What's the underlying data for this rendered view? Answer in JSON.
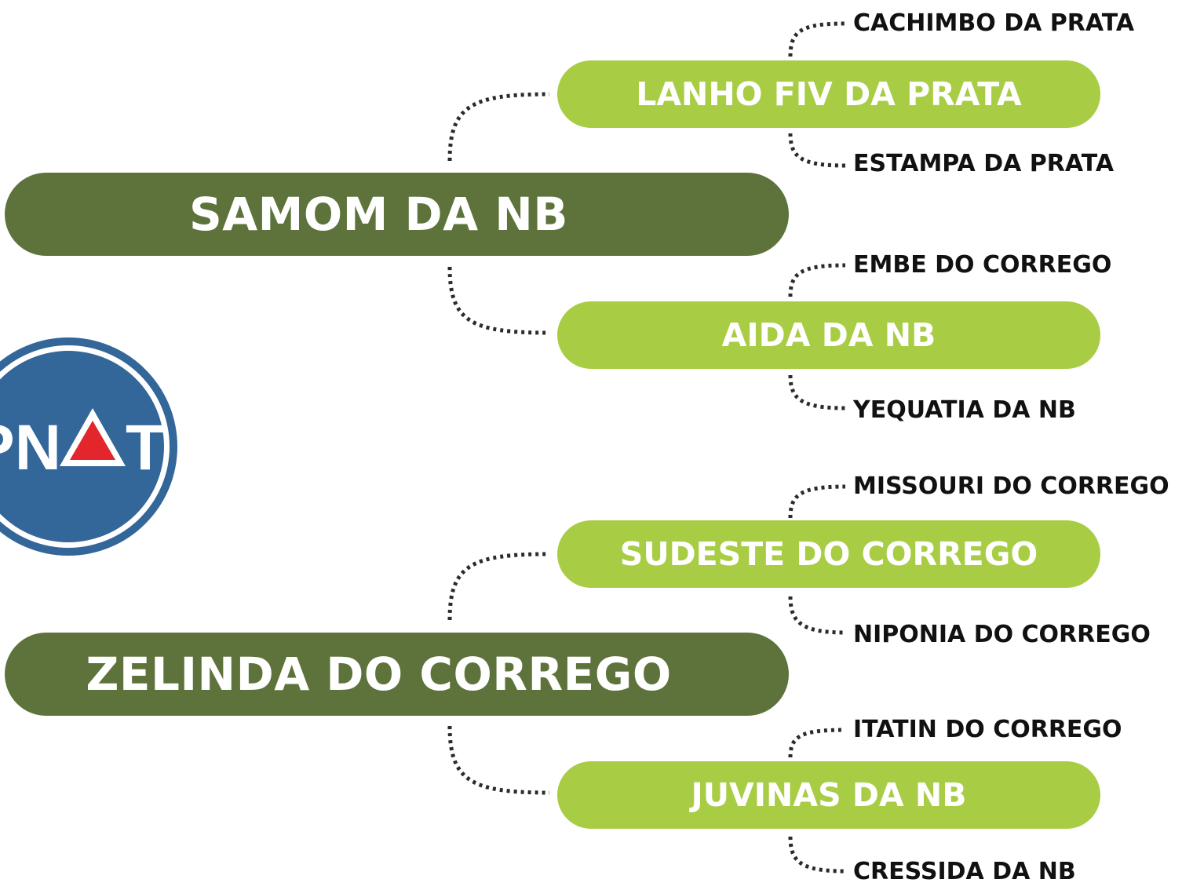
{
  "colors": {
    "root_fill": "#5e733b",
    "branch_fill": "#a8cd45",
    "connector": "#2b2b2b",
    "logo_blue": "#336699",
    "logo_red": "#e2262c"
  },
  "logo": {
    "text": "PNAT",
    "icon": "pnat-logo-icon"
  },
  "groups": [
    {
      "label": "SAMOM DA NB",
      "branches": [
        {
          "label": "LANHO FIV DA PRATA",
          "children": [
            "CACHIMBO DA PRATA",
            "ESTAMPA DA PRATA"
          ]
        },
        {
          "label": "AIDA DA NB",
          "children": [
            "EMBE DO CORREGO",
            "YEQUATIA DA NB"
          ]
        }
      ]
    },
    {
      "label": "ZELINDA DO CORREGO",
      "branches": [
        {
          "label": "SUDESTE DO CORREGO",
          "children": [
            "MISSOURI DO CORREGO",
            "NIPONIA DO CORREGO"
          ]
        },
        {
          "label": "JUVINAS DA NB",
          "children": [
            "ITATIN DO CORREGO",
            "CRESSIDA DA NB"
          ]
        }
      ]
    }
  ]
}
